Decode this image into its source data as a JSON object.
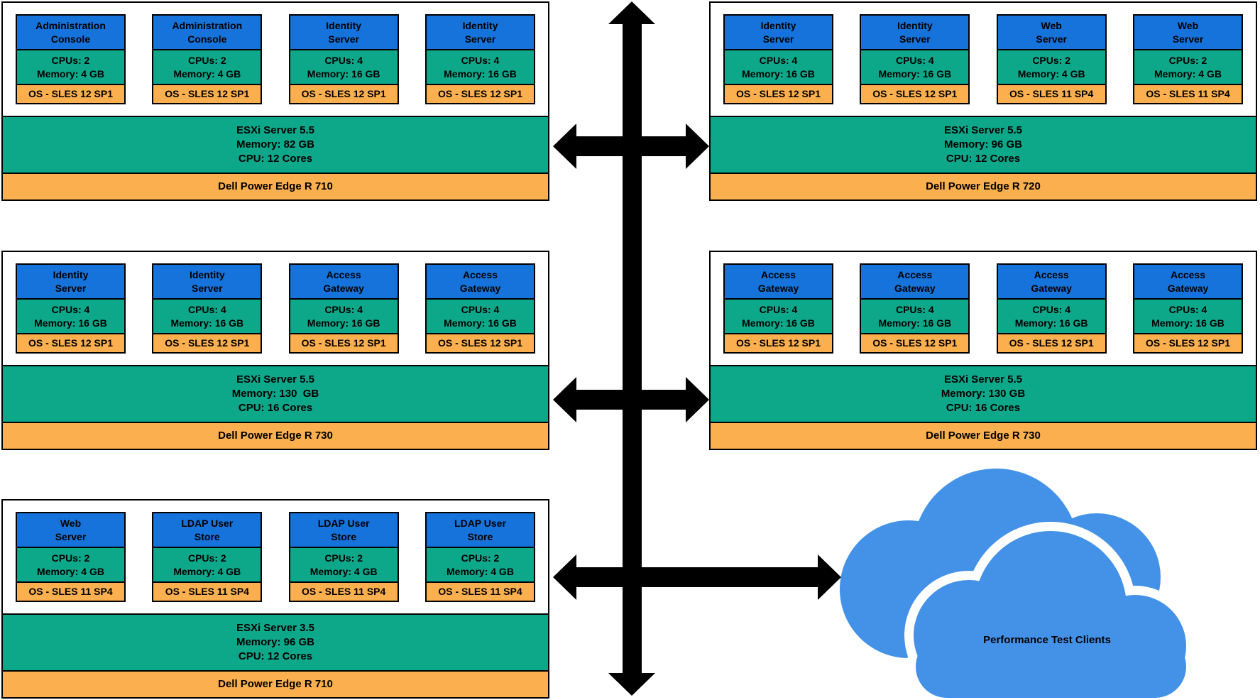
{
  "colors": {
    "vm_header_blue": "#1673db",
    "vm_specs_green": "#0da78a",
    "vm_os_orange": "#fbaf4e",
    "esxi_green": "#0da78a",
    "hardware_orange": "#fbaf4e",
    "cloud_blue": "#4492e8",
    "arrow_black": "#000000",
    "border_black": "#000000"
  },
  "groups": [
    {
      "name": "top-left",
      "vms": [
        {
          "name": [
            "Administration",
            "Console"
          ],
          "specs": [
            "CPUs: 2",
            "Memory: 4 GB"
          ],
          "os": "OS - SLES 12 SP1"
        },
        {
          "name": [
            "Administration",
            "Console"
          ],
          "specs": [
            "CPUs: 2",
            "Memory: 4 GB"
          ],
          "os": "OS - SLES 12 SP1"
        },
        {
          "name": [
            "Identity",
            "Server"
          ],
          "specs": [
            "CPUs: 4",
            "Memory: 16 GB"
          ],
          "os": "OS - SLES 12 SP1"
        },
        {
          "name": [
            "Identity",
            "Server"
          ],
          "specs": [
            "CPUs: 4",
            "Memory: 16 GB"
          ],
          "os": "OS - SLES 12 SP1"
        }
      ],
      "esxi": [
        "ESXi Server 5.5",
        "Memory: 82 GB",
        "CPU: 12 Cores"
      ],
      "hardware": "Dell Power Edge R 710"
    },
    {
      "name": "top-right",
      "vms": [
        {
          "name": [
            "Identity",
            "Server"
          ],
          "specs": [
            "CPUs: 4",
            "Memory: 16 GB"
          ],
          "os": "OS - SLES 12 SP1"
        },
        {
          "name": [
            "Identity",
            "Server"
          ],
          "specs": [
            "CPUs: 4",
            "Memory: 16 GB"
          ],
          "os": "OS - SLES 12 SP1"
        },
        {
          "name": [
            "Web",
            "Server"
          ],
          "specs": [
            "CPUs: 2",
            "Memory: 4 GB"
          ],
          "os": "OS - SLES 11 SP4"
        },
        {
          "name": [
            "Web",
            "Server"
          ],
          "specs": [
            "CPUs: 2",
            "Memory: 4 GB"
          ],
          "os": "OS - SLES 11 SP4"
        }
      ],
      "esxi": [
        "ESXi Server 5.5",
        "Memory: 96 GB",
        "CPU: 12 Cores"
      ],
      "hardware": "Dell Power Edge R 720"
    },
    {
      "name": "middle-left",
      "vms": [
        {
          "name": [
            "Identity",
            "Server"
          ],
          "specs": [
            "CPUs: 4",
            "Memory: 16 GB"
          ],
          "os": "OS - SLES 12 SP1"
        },
        {
          "name": [
            "Identity",
            "Server"
          ],
          "specs": [
            "CPUs: 4",
            "Memory: 16 GB"
          ],
          "os": "OS - SLES 12 SP1"
        },
        {
          "name": [
            "Access",
            "Gateway"
          ],
          "specs": [
            "CPUs: 4",
            "Memory: 16 GB"
          ],
          "os": "OS - SLES 12 SP1"
        },
        {
          "name": [
            "Access",
            "Gateway"
          ],
          "specs": [
            "CPUs: 4",
            "Memory: 16 GB"
          ],
          "os": "OS - SLES 12 SP1"
        }
      ],
      "esxi": [
        "ESXi Server 5.5",
        "Memory: 130  GB",
        "CPU: 16 Cores"
      ],
      "hardware": "Dell Power Edge R 730"
    },
    {
      "name": "middle-right",
      "vms": [
        {
          "name": [
            "Access",
            "Gateway"
          ],
          "specs": [
            "CPUs: 4",
            "Memory: 16 GB"
          ],
          "os": "OS - SLES 12 SP1"
        },
        {
          "name": [
            "Access",
            "Gateway"
          ],
          "specs": [
            "CPUs: 4",
            "Memory: 16 GB"
          ],
          "os": "OS - SLES 12 SP1"
        },
        {
          "name": [
            "Access",
            "Gateway"
          ],
          "specs": [
            "CPUs: 4",
            "Memory: 16 GB"
          ],
          "os": "OS - SLES 12 SP1"
        },
        {
          "name": [
            "Access",
            "Gateway"
          ],
          "specs": [
            "CPUs: 4",
            "Memory: 16 GB"
          ],
          "os": "OS - SLES 12 SP1"
        }
      ],
      "esxi": [
        "ESXi Server 5.5",
        "Memory: 130 GB",
        "CPU: 16 Cores"
      ],
      "hardware": "Dell Power Edge R 730"
    },
    {
      "name": "bottom-left",
      "vms": [
        {
          "name": [
            "Web",
            "Server"
          ],
          "specs": [
            "CPUs: 2",
            "Memory: 4 GB"
          ],
          "os": "OS - SLES 11 SP4"
        },
        {
          "name": [
            "LDAP User",
            "Store"
          ],
          "specs": [
            "CPUs: 2",
            "Memory: 4 GB"
          ],
          "os": "OS - SLES 11 SP4"
        },
        {
          "name": [
            "LDAP User",
            "Store"
          ],
          "specs": [
            "CPUs: 2",
            "Memory: 4 GB"
          ],
          "os": "OS - SLES 11 SP4"
        },
        {
          "name": [
            "LDAP User",
            "Store"
          ],
          "specs": [
            "CPUs: 2",
            "Memory: 4 GB"
          ],
          "os": "OS - SLES 11 SP4"
        }
      ],
      "esxi": [
        "ESXi Server 3.5",
        "Memory: 96 GB",
        "CPU: 12 Cores"
      ],
      "hardware": "Dell Power Edge R 710"
    }
  ],
  "cloud": {
    "label": "Performance Test Clients"
  }
}
